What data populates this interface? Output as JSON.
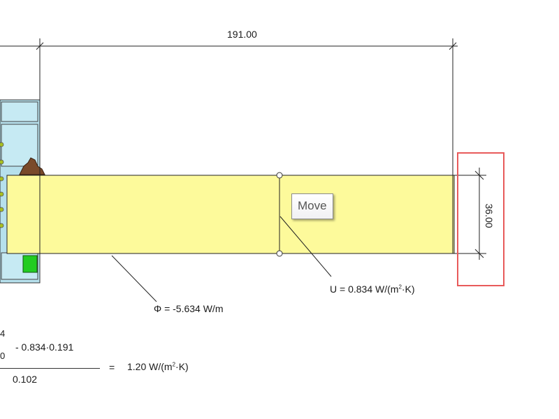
{
  "dimensions": {
    "width": "191.00",
    "height": "36.00"
  },
  "tooltip": {
    "text": "Move"
  },
  "results": {
    "u_prefix": "U",
    "u_value": "= 0.834 W/(m",
    "u_sup": "2",
    "u_suffix": "·K)",
    "phi_prefix": "Φ",
    "phi_value": "= -5.634 W/m"
  },
  "formula": {
    "top_left": "4",
    "zero": "0",
    "numerator": "-  0.834·0.191",
    "denominator": "0.102",
    "equals": "=",
    "result_value": "1.20 W/(m",
    "result_sup": "2",
    "result_suffix": "·K)"
  },
  "colors": {
    "panel_fill": "#fdfa9b",
    "frame_fill": "#b6e0ec",
    "gasket_green": "#22cc22",
    "seal_brown": "#7a4a2a",
    "selection_red": "#e85a5a"
  }
}
